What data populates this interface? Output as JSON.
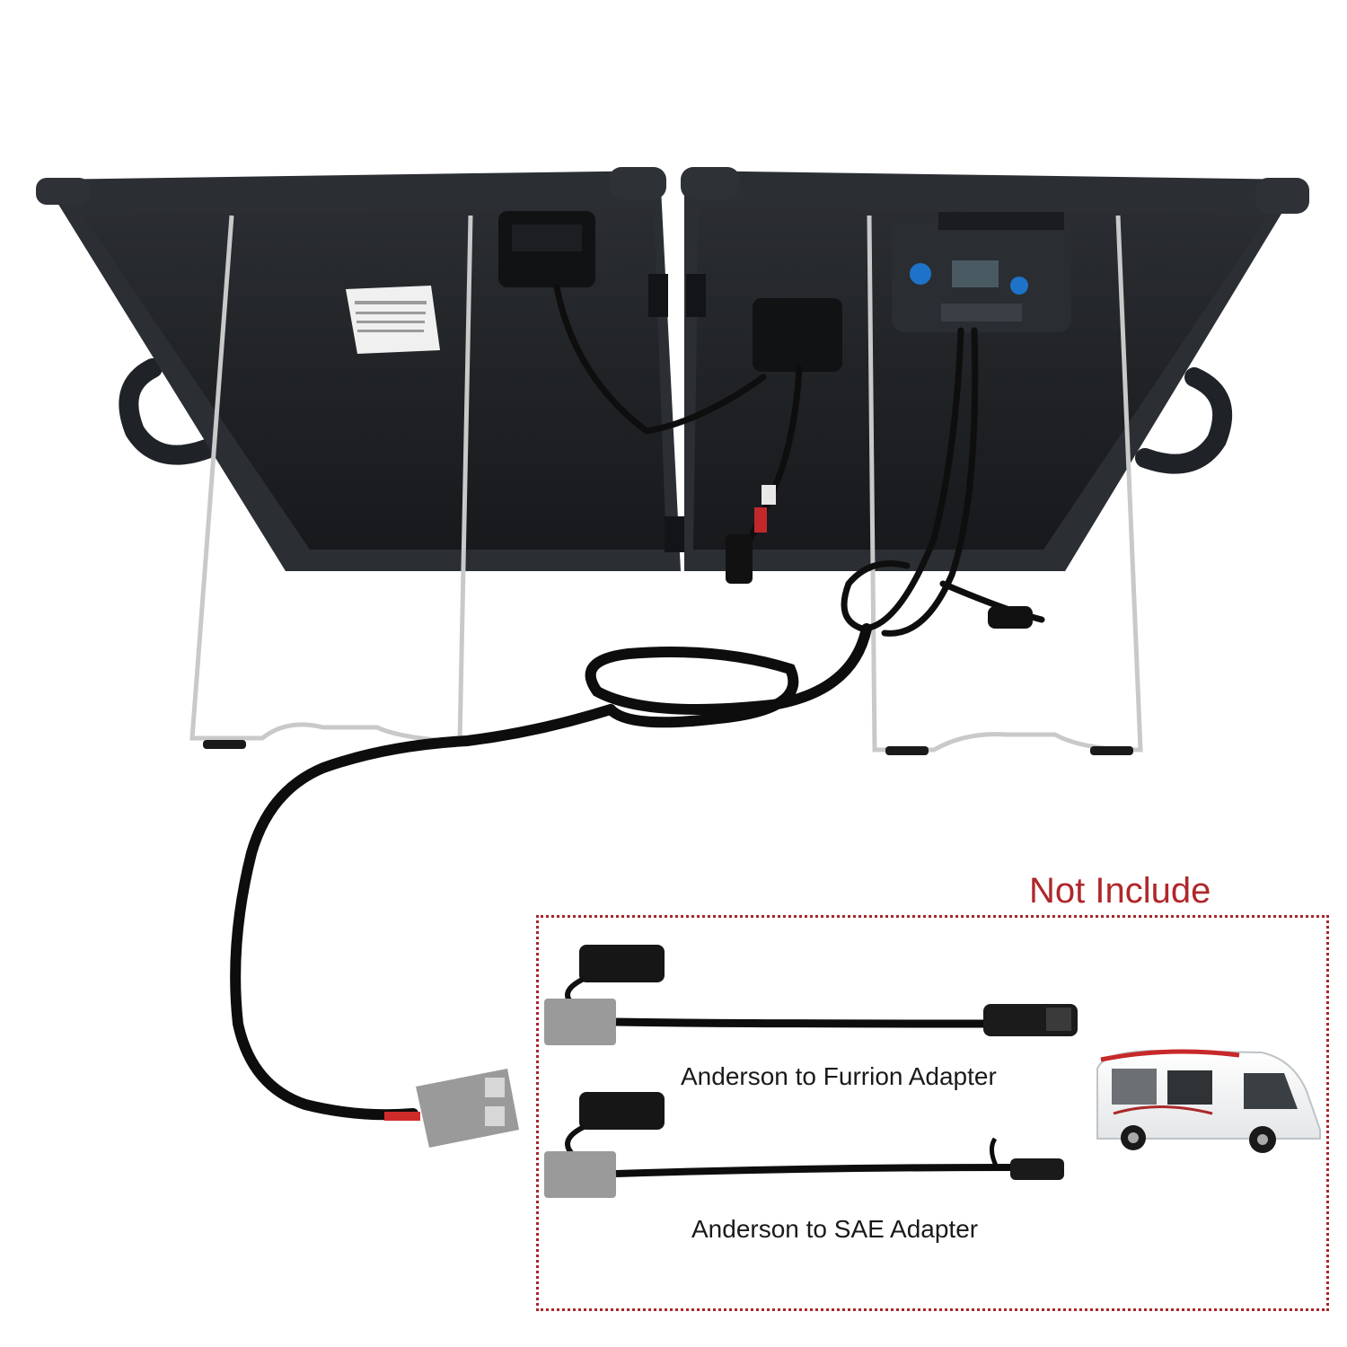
{
  "callout": {
    "heading": "Not Include",
    "accent_color": "#b0272a"
  },
  "adapters": [
    {
      "label": "Anderson to Furrion Adapter",
      "connector_icon": "furrion-plug-icon"
    },
    {
      "label": "Anderson to SAE Adapter",
      "connector_icon": "sae-plug-icon"
    }
  ],
  "colors": {
    "panel": "#1c1f23",
    "frame": "#2b2e33",
    "anderson_connector": "#9a9a9a",
    "cable": "#0e0e0e"
  }
}
